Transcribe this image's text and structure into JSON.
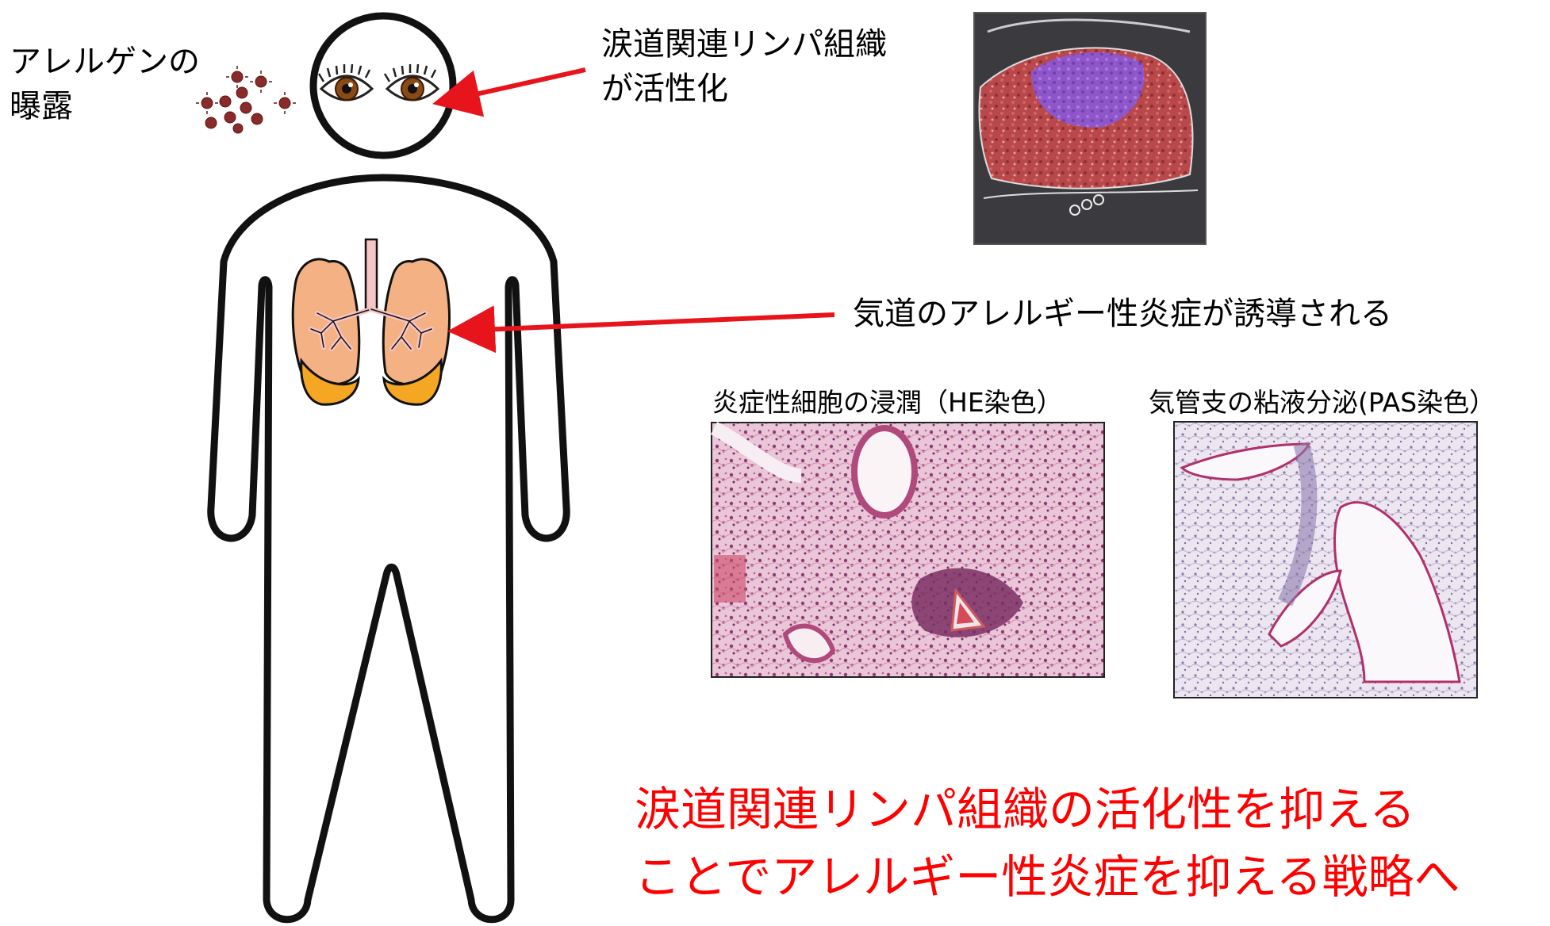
{
  "labels": {
    "allergen_line1": "アレルゲンの",
    "allergen_line2": "曝露",
    "lacrimal_line1": "涙道関連リンパ組織",
    "lacrimal_line2": "が活性化",
    "airway": "気道のアレルギー性炎症が誘導される",
    "caption_he": "炎症性細胞の浸潤（HE染色）",
    "caption_pas": "気管支の粘液分泌(PAS染色）"
  },
  "conclusion": {
    "line1": "涙道関連リンパ組織の活化性を抑える",
    "line2": "ことでアレルギー性炎症を抑える戦略へ"
  },
  "colors": {
    "arrow": "#e8141c",
    "conclusion_text": "#ff0000",
    "outline": "#111111",
    "lung_fill": "#f4b183",
    "lung_lower": "#f5a623",
    "bronchi": "#f6c5c5",
    "allergen": "#8a2b2b"
  }
}
